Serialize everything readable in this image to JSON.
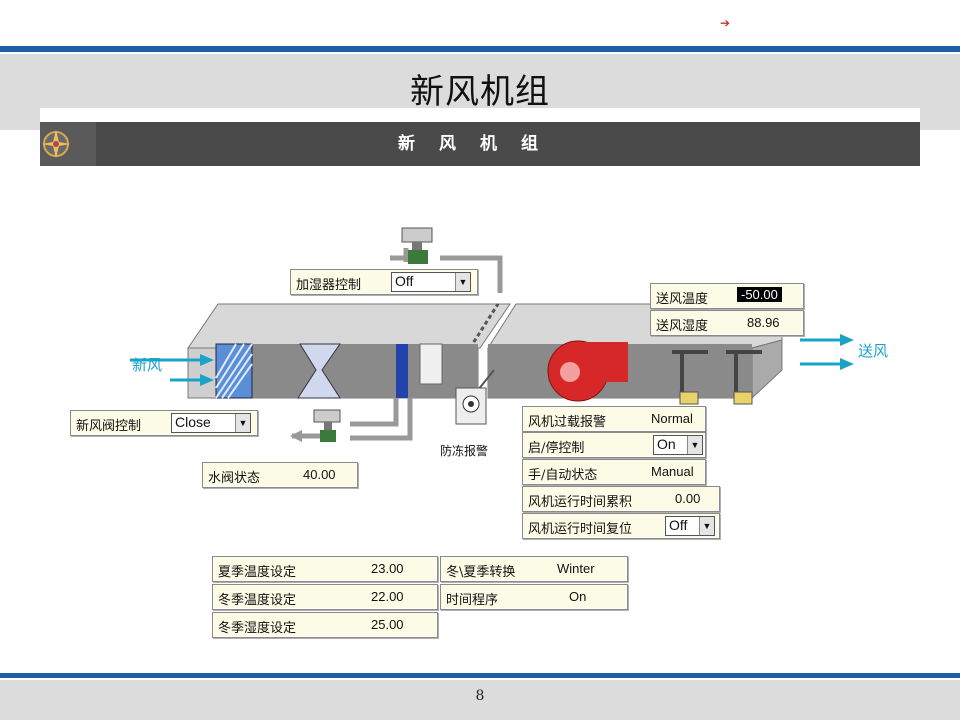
{
  "slide": {
    "title": "新风机组",
    "page_number": "8",
    "nav_arrow": "➔"
  },
  "panel": {
    "header_title": "新风机组"
  },
  "flow": {
    "inlet_label": "新风",
    "outlet_label": "送风"
  },
  "alarm": {
    "label": "防冻报警"
  },
  "humidifier": {
    "label": "加湿器控制",
    "value": "Off"
  },
  "damper": {
    "label": "新风阀控制",
    "value": "Close"
  },
  "water_valve": {
    "label": "水阀状态",
    "value": "40.00"
  },
  "supply_temp": {
    "label": "送风温度",
    "value": "-50.00"
  },
  "supply_humidity": {
    "label": "送风湿度",
    "value": "88.96"
  },
  "fan_overload": {
    "label": "风机过载报警",
    "value": "Normal"
  },
  "start_stop": {
    "label": "启/停控制",
    "value": "On"
  },
  "hand_auto": {
    "label": "手/自动状态",
    "value": "Manual"
  },
  "runtime_total": {
    "label": "风机运行时间累积",
    "value": "0.00"
  },
  "runtime_reset": {
    "label": "风机运行时间复位",
    "value": "Off"
  },
  "summer_temp": {
    "label": "夏季温度设定",
    "value": "23.00"
  },
  "winter_temp": {
    "label": "冬季温度设定",
    "value": "22.00"
  },
  "winter_humidity": {
    "label": "冬季湿度设定",
    "value": "25.00"
  },
  "season_switch": {
    "label": "冬\\夏季转换",
    "value": "Winter"
  },
  "time_program": {
    "label": "时间程序",
    "value": "On"
  }
}
